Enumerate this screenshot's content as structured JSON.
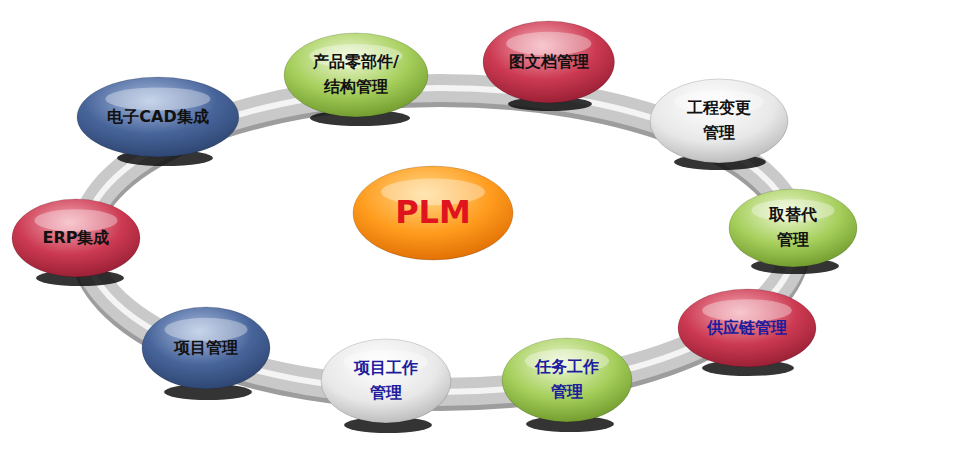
{
  "diagram": {
    "nodes": [
      {
        "text": [
          "产品零部件/ 结构管理"
        ]
      },
      {
        "text": [
          "图文档管理"
        ]
      },
      {
        "text": [
          "电子CAD集成"
        ]
      },
      {
        "text": [
          "工程变更 管理"
        ]
      },
      {
        "text": [
          "PLM"
        ]
      },
      {
        "text": [
          "取替代 管理"
        ]
      },
      {
        "text": [
          "ERP集成"
        ]
      },
      {
        "text": [
          "供应链管理"
        ]
      },
      {
        "text": [
          "项目管理"
        ]
      },
      {
        "text": [
          "项目工作 管理"
        ]
      },
      {
        "text": [
          "任务工作 管理"
        ]
      }
    ]
  }
}
